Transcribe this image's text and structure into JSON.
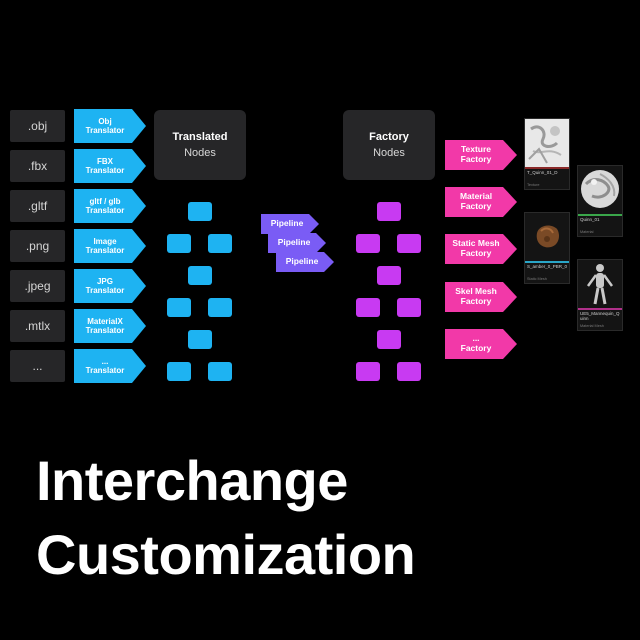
{
  "file_types": [
    ".obj",
    ".fbx",
    ".gltf",
    ".png",
    ".jpeg",
    ".mtlx",
    "..."
  ],
  "translators": [
    {
      "line1": "Obj",
      "line2": "Translator"
    },
    {
      "line1": "FBX",
      "line2": "Translator"
    },
    {
      "line1": "gltf / glb",
      "line2": "Translator"
    },
    {
      "line1": "Image",
      "line2": "Translator"
    },
    {
      "line1": "JPG",
      "line2": "Translator"
    },
    {
      "line1": "MaterialX",
      "line2": "Translator"
    },
    {
      "line1": "...",
      "line2": "Translator"
    }
  ],
  "translated_panel": {
    "title": "Translated",
    "subtitle": "Nodes"
  },
  "factory_panel": {
    "title": "Factory",
    "subtitle": "Nodes"
  },
  "pipelines": [
    "Pipeline",
    "Pipeline",
    "Pipeline"
  ],
  "factories": [
    {
      "line1": "Texture",
      "line2": "Factory"
    },
    {
      "line1": "Material",
      "line2": "Factory"
    },
    {
      "line1": "Static Mesh",
      "line2": "Factory"
    },
    {
      "line1": "Skel Mesh",
      "line2": "Factory"
    },
    {
      "line1": "...",
      "line2": "Factory"
    }
  ],
  "assets": [
    {
      "name": "T_Quinn_01_D",
      "type": "Texture",
      "color": "#8a2929"
    },
    {
      "name": "Quinn_01",
      "type": "Material",
      "color": "#3aa64a"
    },
    {
      "name": "S_amber_0_PBR_0",
      "type": "Static Mesh",
      "color": "#2aa6c8"
    },
    {
      "name": "UE5_Mannequin_Quinn",
      "type": "Material Mesh",
      "color": "#b0308a"
    }
  ],
  "headline": {
    "line1": "Interchange",
    "line2": "Customization"
  },
  "colors": {
    "background": "#000000",
    "panel": "#262628",
    "translator": "#1eb3f2",
    "translated_node": "#1eb3f2",
    "factory_node": "#c83af2",
    "pipeline": "#7a5cf5",
    "factory": "#f239a8"
  }
}
